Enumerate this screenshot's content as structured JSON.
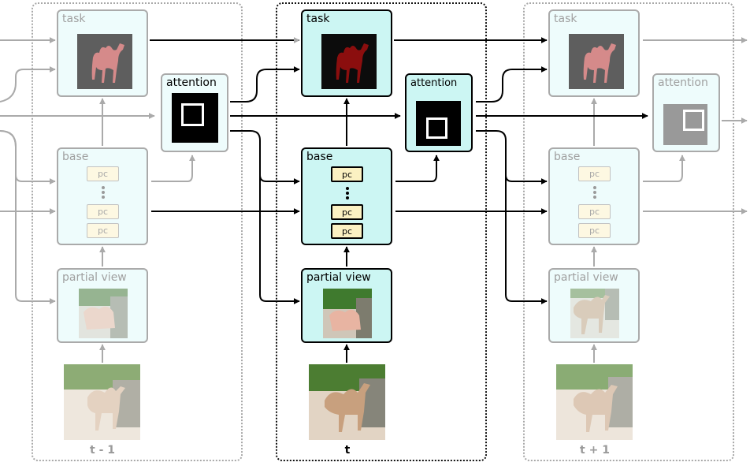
{
  "timesteps": [
    {
      "label": "t - 1",
      "state": "faded"
    },
    {
      "label": "t",
      "state": "active"
    },
    {
      "label": "t + 1",
      "state": "faded"
    }
  ],
  "modules": {
    "task": "task",
    "attention": "attention",
    "base": "base",
    "partial_view": "partial view",
    "pc": "pc"
  },
  "colors": {
    "module_fill": "#ccf6f3",
    "pc_fill": "#fbf1c2",
    "active_stroke": "#000000",
    "faded_stroke": "#aaaaaa",
    "camel_mask": "#8b0e0e"
  }
}
